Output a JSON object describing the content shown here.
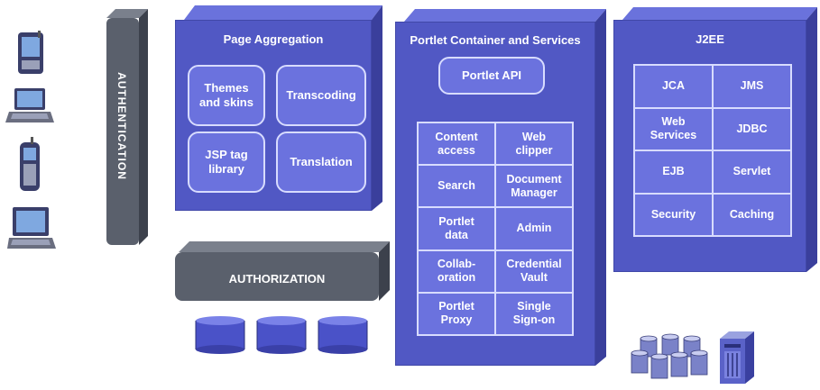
{
  "authentication": {
    "label": "AUTHENTICATION"
  },
  "authorization": {
    "label": "AUTHORIZATION"
  },
  "page_aggregation": {
    "title": "Page Aggregation",
    "items": [
      "Themes\nand skins",
      "Transcoding",
      "JSP tag\nlibrary",
      "Translation"
    ]
  },
  "portlet_container": {
    "title": "Portlet Container and Services",
    "api_label": "Portlet API",
    "cells": [
      "Content\naccess",
      "Web\nclipper",
      "Search",
      "Document\nManager",
      "Portlet\ndata",
      "Admin",
      "Collab-\noration",
      "Credential\nVault",
      "Portlet\nProxy",
      "Single\nSign-on"
    ]
  },
  "j2ee": {
    "title": "J2EE",
    "cells": [
      "JCA",
      "JMS",
      "Web\nServices",
      "JDBC",
      "EJB",
      "Servlet",
      "Security",
      "Caching"
    ]
  },
  "devices": [
    "pda-icon",
    "laptop-icon",
    "mobile-phone-icon",
    "desktop-computer-icon"
  ],
  "colors": {
    "block": "#5158c4",
    "card": "#6b72de",
    "border": "#d8dcff",
    "grey": "#5a606c"
  }
}
